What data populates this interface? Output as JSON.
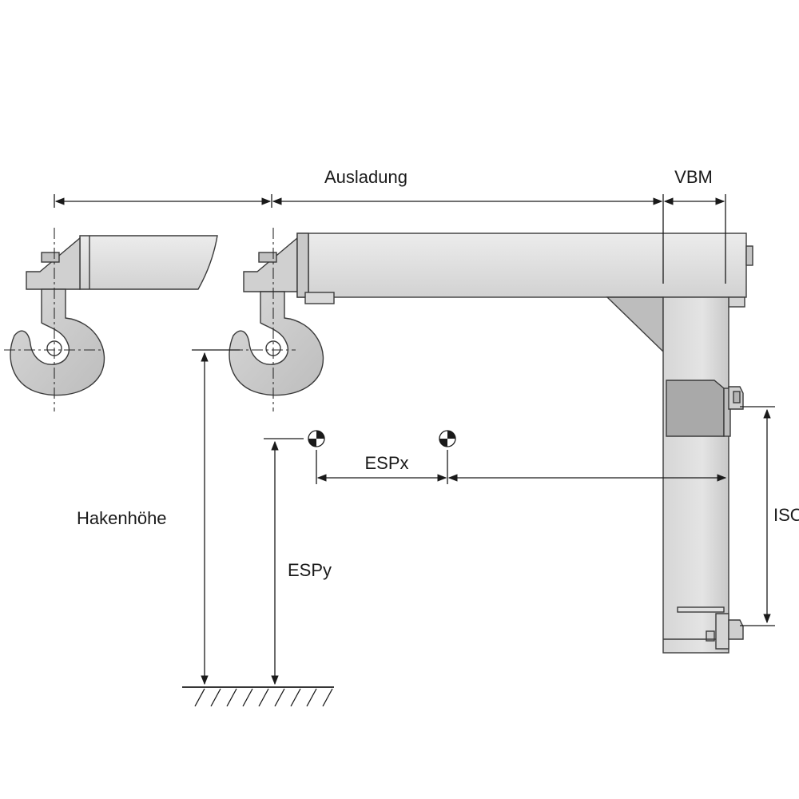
{
  "labels": {
    "ausladung": "Ausladung",
    "vbm": "VBM",
    "espx": "ESPx",
    "espy": "ESPy",
    "hakenhoehe": "Hakenhöhe",
    "iso": "ISO"
  },
  "colors": {
    "metal_light": "#e2e2e2",
    "metal_mid": "#cfcfcf",
    "metal_dark": "#a9a9a9",
    "line": "#1a1a1a"
  },
  "icons": {
    "center_of_gravity": "center-of-gravity-icon",
    "ground": "ground-hatch-icon"
  }
}
